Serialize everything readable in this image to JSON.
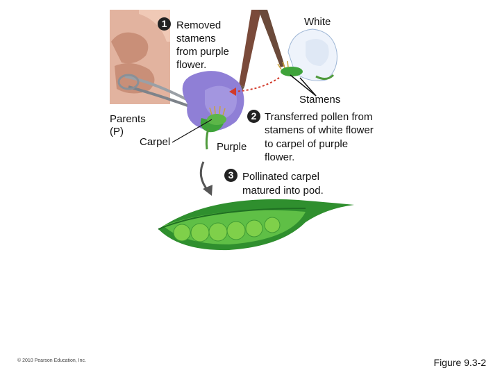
{
  "steps": [
    {
      "number": "1",
      "text": [
        "Removed",
        "stamens",
        "from purple",
        "flower."
      ]
    },
    {
      "number": "2",
      "text": [
        "Transferred pollen from",
        "stamens of white flower",
        "to carpel of purple",
        "flower."
      ]
    },
    {
      "number": "3",
      "text": [
        "Pollinated carpel",
        "matured into pod."
      ]
    }
  ],
  "labels": {
    "white": "White",
    "stamens": "Stamens",
    "parents": "Parents",
    "parents_symbol": "(P)",
    "carpel": "Carpel",
    "purple": "Purple"
  },
  "footer": {
    "copyright": "© 2010 Pearson Education, Inc.",
    "figure": "Figure 9.3-2"
  },
  "colors": {
    "purple_flower": "#8f7fd6",
    "white_flower": "#eef3fb",
    "pod_green": "#3fa33a",
    "pea_green": "#7fd04a",
    "arrow_red": "#d23a2a",
    "skin": "#d9a48c"
  }
}
